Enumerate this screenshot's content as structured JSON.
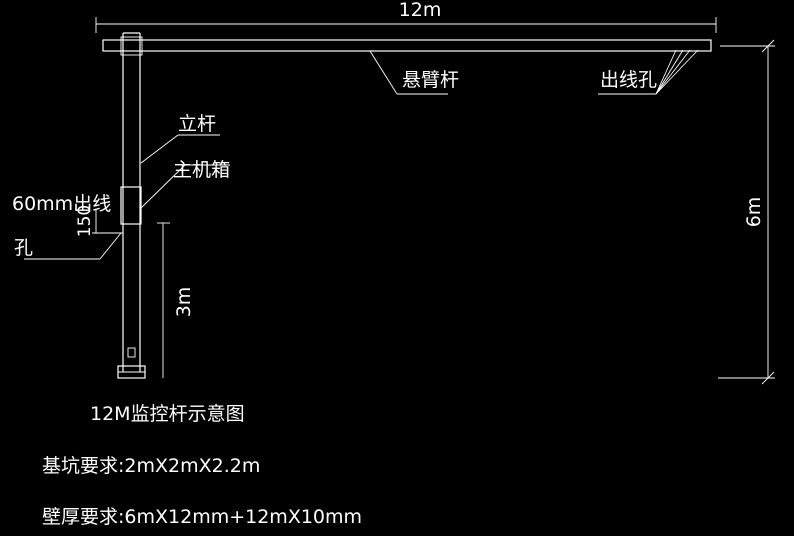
{
  "colors": {
    "background": "#000000",
    "line": "#ffffff",
    "text": "#ffffff"
  },
  "dimensions": {
    "arm_length": "12m",
    "pole_height": "6m",
    "pole_lower": "3m",
    "box_offset": "150"
  },
  "labels": {
    "cantilever_arm": "悬臂杆",
    "cable_outlet": "出线孔",
    "upright_pole": "立杆",
    "main_cabinet": "主机箱",
    "outlet_60mm_line1": "60mm出线",
    "outlet_60mm_line2": "孔"
  },
  "notes": {
    "title": "12M监控杆示意图",
    "foundation_pit": "基坑要求:2mX2mX2.2m",
    "wall_thickness": "壁厚要求:6mX12mm+12mX10mm"
  }
}
